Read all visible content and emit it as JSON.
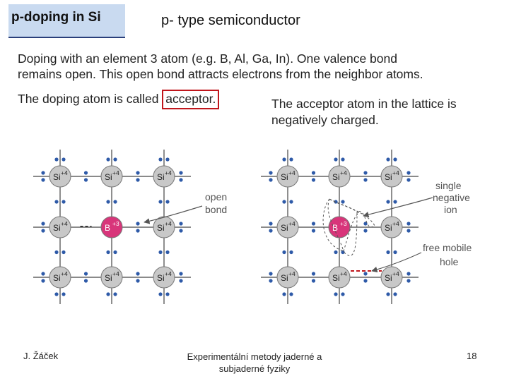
{
  "header": {
    "tag": "p-doping in Si",
    "title": "p- type semiconductor"
  },
  "text": {
    "para1_line1": "Doping with an element 3 atom (e.g. B, Al, Ga, In). One valence bond",
    "para1_line2": "remains open. This open bond attracts electrons from the neighbor atoms.",
    "para2_prefix": "The doping atom is called ",
    "para2_term": "acceptor.",
    "para3_line1": "The acceptor atom in the lattice is",
    "para3_line2": "negatively charged."
  },
  "diagram": {
    "si_label": "Si",
    "si_charge": "+4",
    "b_label": "B",
    "b_charge": "+3",
    "open_bond_line1": "open",
    "open_bond_line2": "bond",
    "single_line1": "single",
    "single_line2": "negative",
    "single_line3": "ion",
    "hole_line1": "free mobile",
    "hole_line2": "hole",
    "colors": {
      "silicon": "#c8c8c8",
      "boron": "#d8357a",
      "electron": "#2e5aa8",
      "accent": "#c0161c"
    }
  },
  "footer": {
    "author": "J. Žáček",
    "course_line1": "Experimentální metody jaderné a",
    "course_line2": "subjaderné fyziky",
    "page": "18"
  }
}
